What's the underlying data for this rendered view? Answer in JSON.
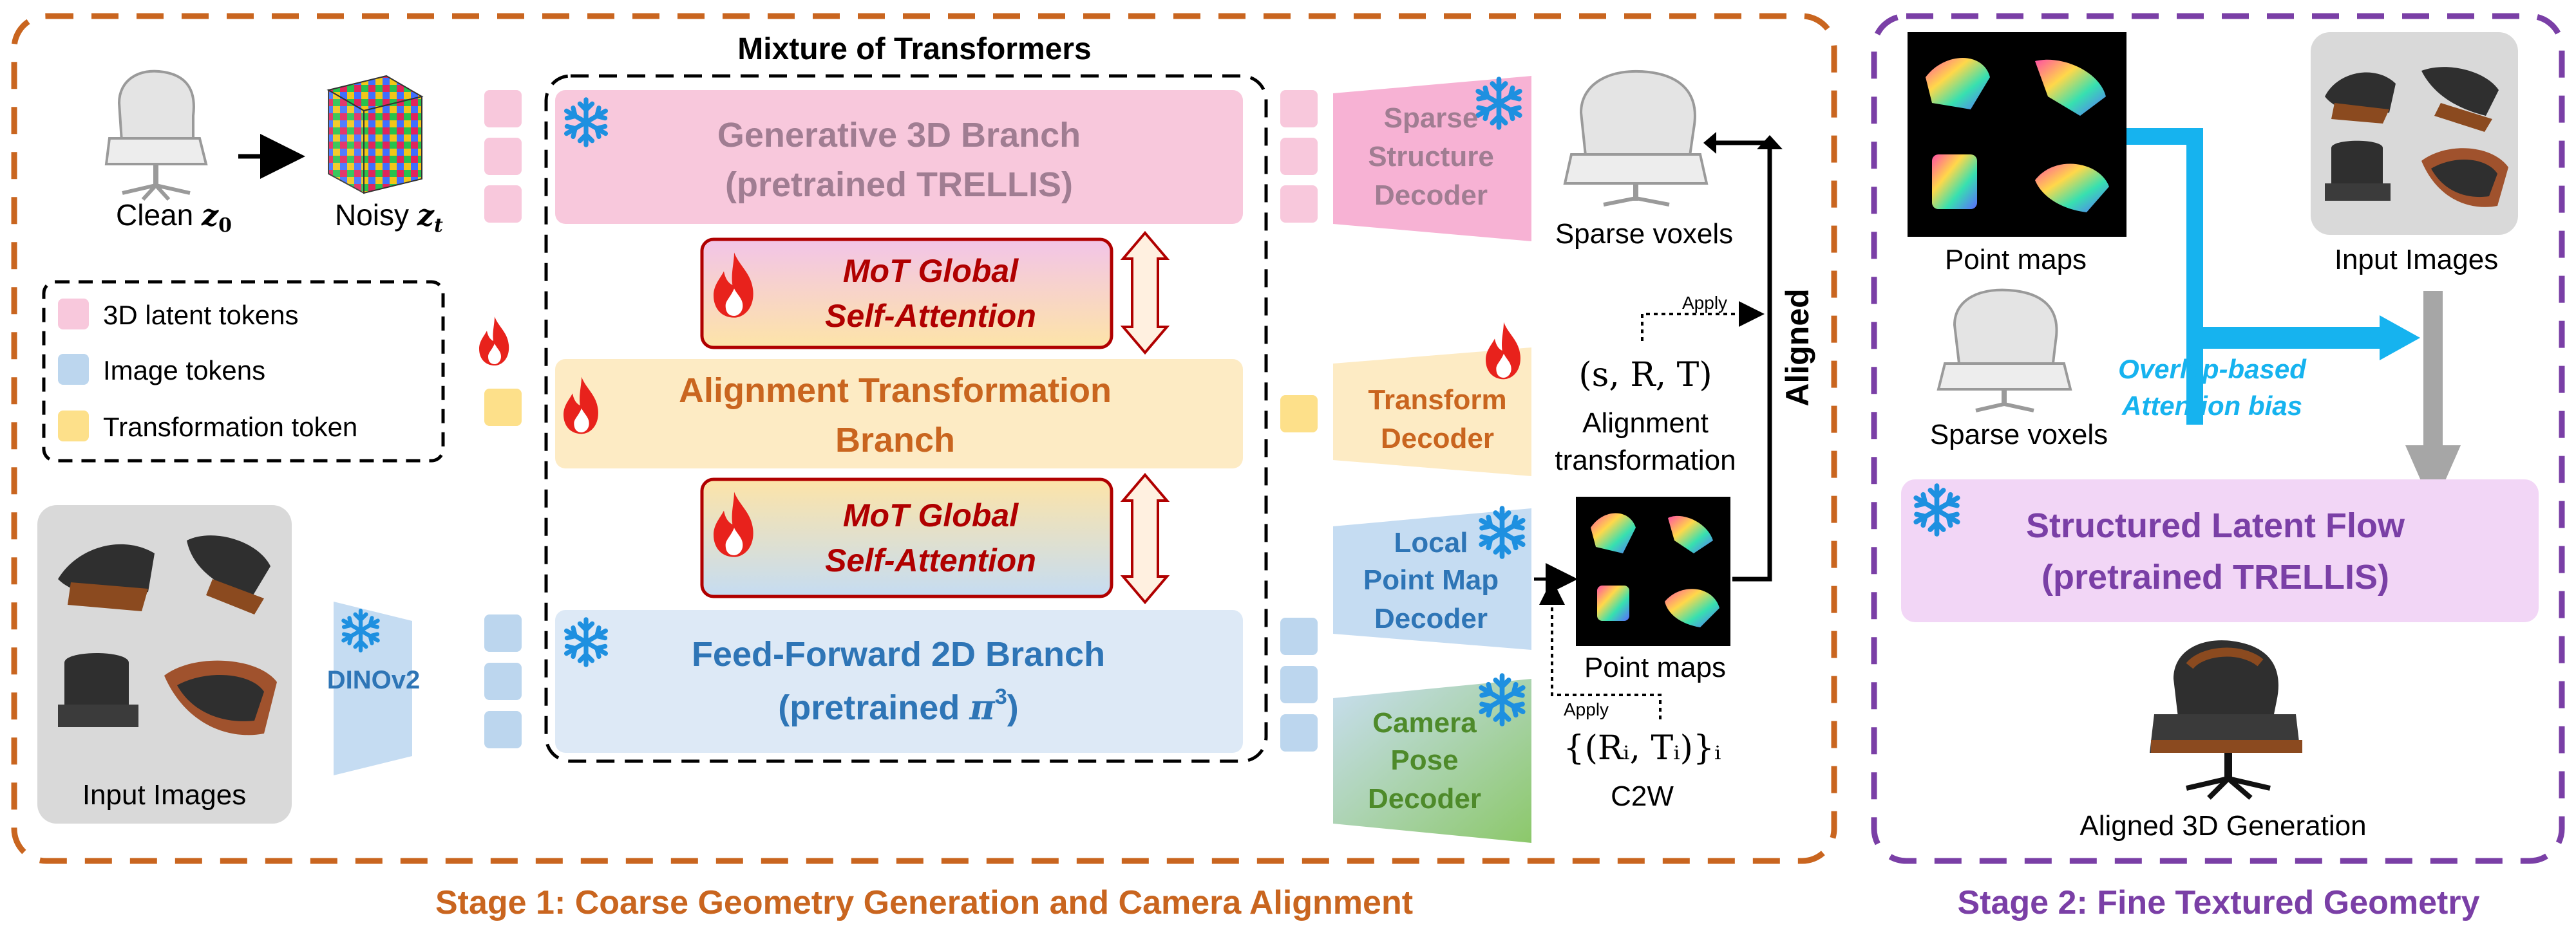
{
  "stage1": {
    "caption": "Stage 1: Coarse Geometry Generation and Camera Alignment",
    "mot_title": "Mixture of Transformers",
    "clean_label": "Clean ",
    "clean_var": "z",
    "clean_sub": "0",
    "noisy_label": "Noisy ",
    "noisy_var": "z",
    "noisy_sub": "t",
    "legend": [
      {
        "label": "3D latent tokens",
        "color": "#f8c8dc"
      },
      {
        "label": "Image tokens",
        "color": "#bcd6ee"
      },
      {
        "label": "Transformation token",
        "color": "#fde08a"
      }
    ],
    "gen_branch": {
      "line1": "Generative 3D Branch",
      "line2": "(pretrained TRELLIS)"
    },
    "attn1": {
      "line1": "MoT Global",
      "line2": "Self-Attention"
    },
    "align_branch": {
      "line1": "Alignment Transformation",
      "line2": "Branch"
    },
    "attn2": {
      "line1": "MoT Global",
      "line2": "Self-Attention"
    },
    "ff_branch": {
      "line1": "Feed-Forward 2D Branch",
      "line2": "(pretrained ",
      "pi": "π",
      "sup": "3",
      "close": ")"
    },
    "dinov2": "DINOv2",
    "input_images": "Input Images",
    "sparse_decoder": [
      "Sparse",
      "Structure",
      "Decoder"
    ],
    "transform_decoder": [
      "Transform",
      "Decoder"
    ],
    "pointmap_decoder": [
      "Local",
      "Point Map",
      "Decoder"
    ],
    "camera_decoder": [
      "Camera",
      "Pose",
      "Decoder"
    ],
    "sparse_voxels": "Sparse voxels",
    "apply_top": "Apply",
    "apply_bottom": "Apply",
    "transform_formula": "(s, R, T)",
    "alignment_transformation": [
      "Alignment",
      "transformation"
    ],
    "point_maps": "Point maps",
    "c2w_formula": "{(Rᵢ, Tᵢ)}ᵢ",
    "c2w": "C2W",
    "aligned": "Aligned"
  },
  "stage2": {
    "caption": "Stage 2: Fine Textured Geometry",
    "point_maps": "Point maps",
    "input_images": "Input Images",
    "sparse_voxels": "Sparse voxels",
    "bias_line1": "Overlap-based",
    "bias_line2": "Attention bias",
    "slf_line1": "Structured Latent Flow",
    "slf_line2": "(pretrained TRELLIS)",
    "output": "Aligned 3D Generation"
  },
  "colors": {
    "stage1_border": "#c9651f",
    "stage2_border": "#7a3fa6",
    "pink_token": "#f8c8dc",
    "blue_token": "#bcd6ee",
    "yellow_token": "#fde08a",
    "flame": "#e8221c",
    "snowflake": "#1e90e0",
    "attn_text": "#b00000",
    "bias_arrow": "#16b3ef"
  }
}
